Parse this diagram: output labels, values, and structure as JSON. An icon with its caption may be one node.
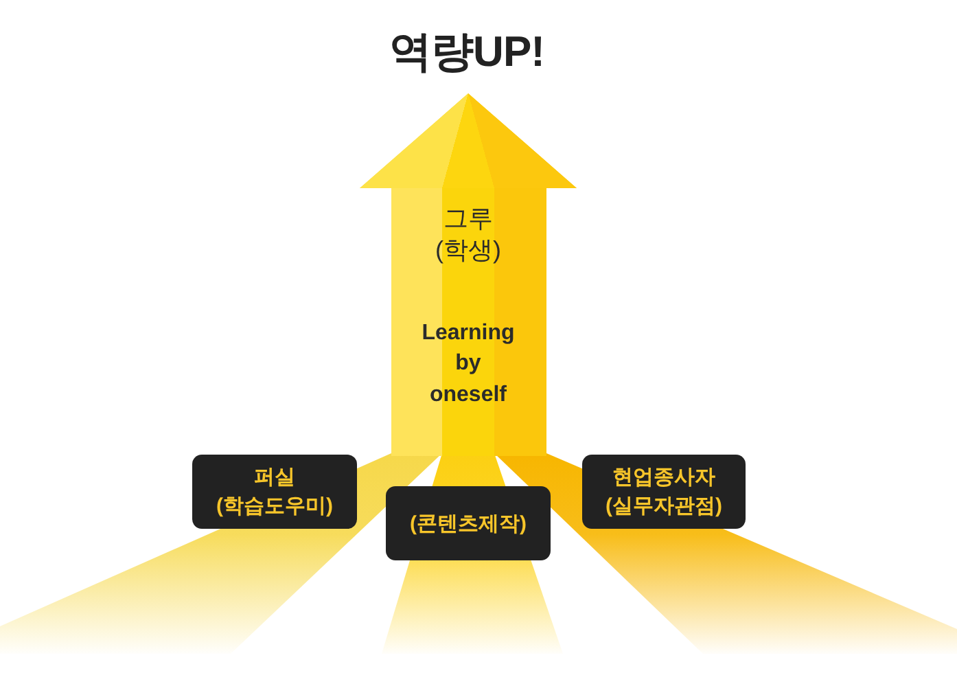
{
  "diagram": {
    "title": "역량UP!",
    "nodes": [
      {
        "text": [
          "그루 (학생)",
          "Learning by oneself"
        ]
      },
      {
        "text": [
          "퍼실 (학습도우미)"
        ]
      },
      {
        "text": [
          "(콘텐츠제작)"
        ]
      },
      {
        "text": [
          "현업종사자 (실무자관점)"
        ]
      }
    ]
  }
}
